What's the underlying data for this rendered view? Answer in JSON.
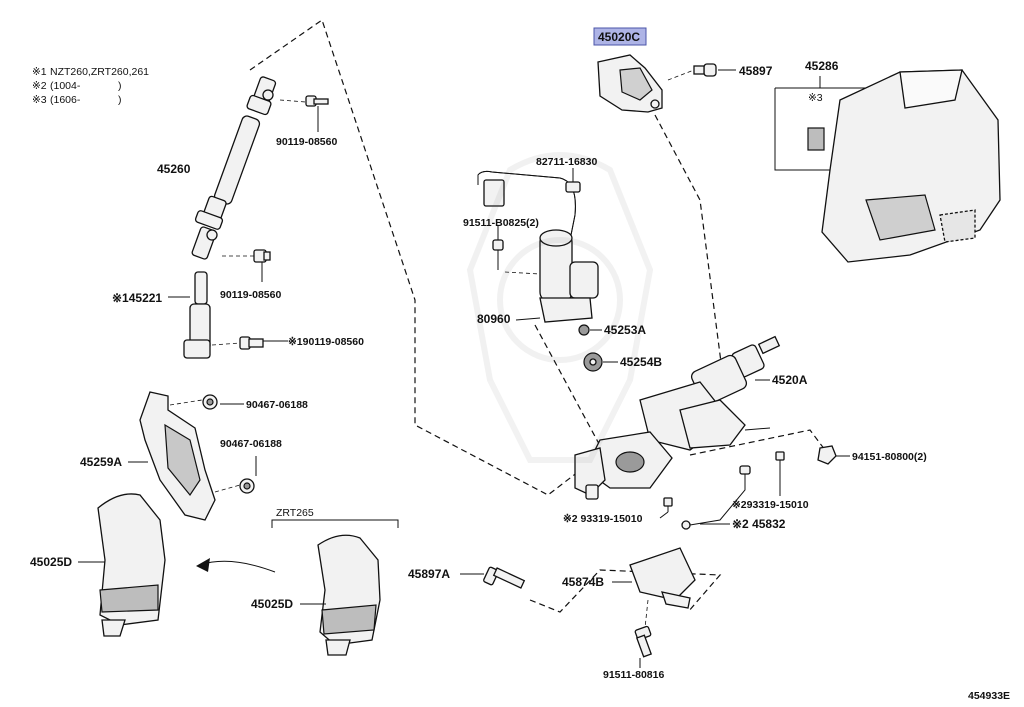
{
  "notes": [
    {
      "mark": "※1",
      "text": "NZT260,ZRT260,261"
    },
    {
      "mark": "※2",
      "text": "(1004-"
    },
    {
      "mark": "※2close",
      "text": ")"
    },
    {
      "mark": "※3",
      "text": "(1606-"
    },
    {
      "mark": "※3close",
      "text": ")"
    }
  ],
  "labels": {
    "p45020C": "45020C",
    "p45897": "45897",
    "p45286": "45286",
    "p45286note": "※3",
    "p90119a": "90119-08560",
    "p45260": "45260",
    "p90119b": "90119-08560",
    "p145221": "※145221",
    "p190119": "※190119-08560",
    "p82711": "82711-16830",
    "p91511a": "91511-B0825(2)",
    "p80960": "80960",
    "p45253A": "45253A",
    "p45254B": "45254B",
    "p4520A": "4520A",
    "p90467a": "90467-06188",
    "p90467b": "90467-06188",
    "p45259A": "45259A",
    "p94151": "94151-80800(2)",
    "p93319a": "※293319-15010",
    "p93319b": "※2 93319-15010",
    "p45832": "※2 45832",
    "zrt265": "ZRT265",
    "p45025Da": "45025D",
    "p45025Db": "45025D",
    "p45897A": "45897A",
    "p45874B": "45874B",
    "p91511b": "91511-80816",
    "figure_id": "454933E"
  }
}
